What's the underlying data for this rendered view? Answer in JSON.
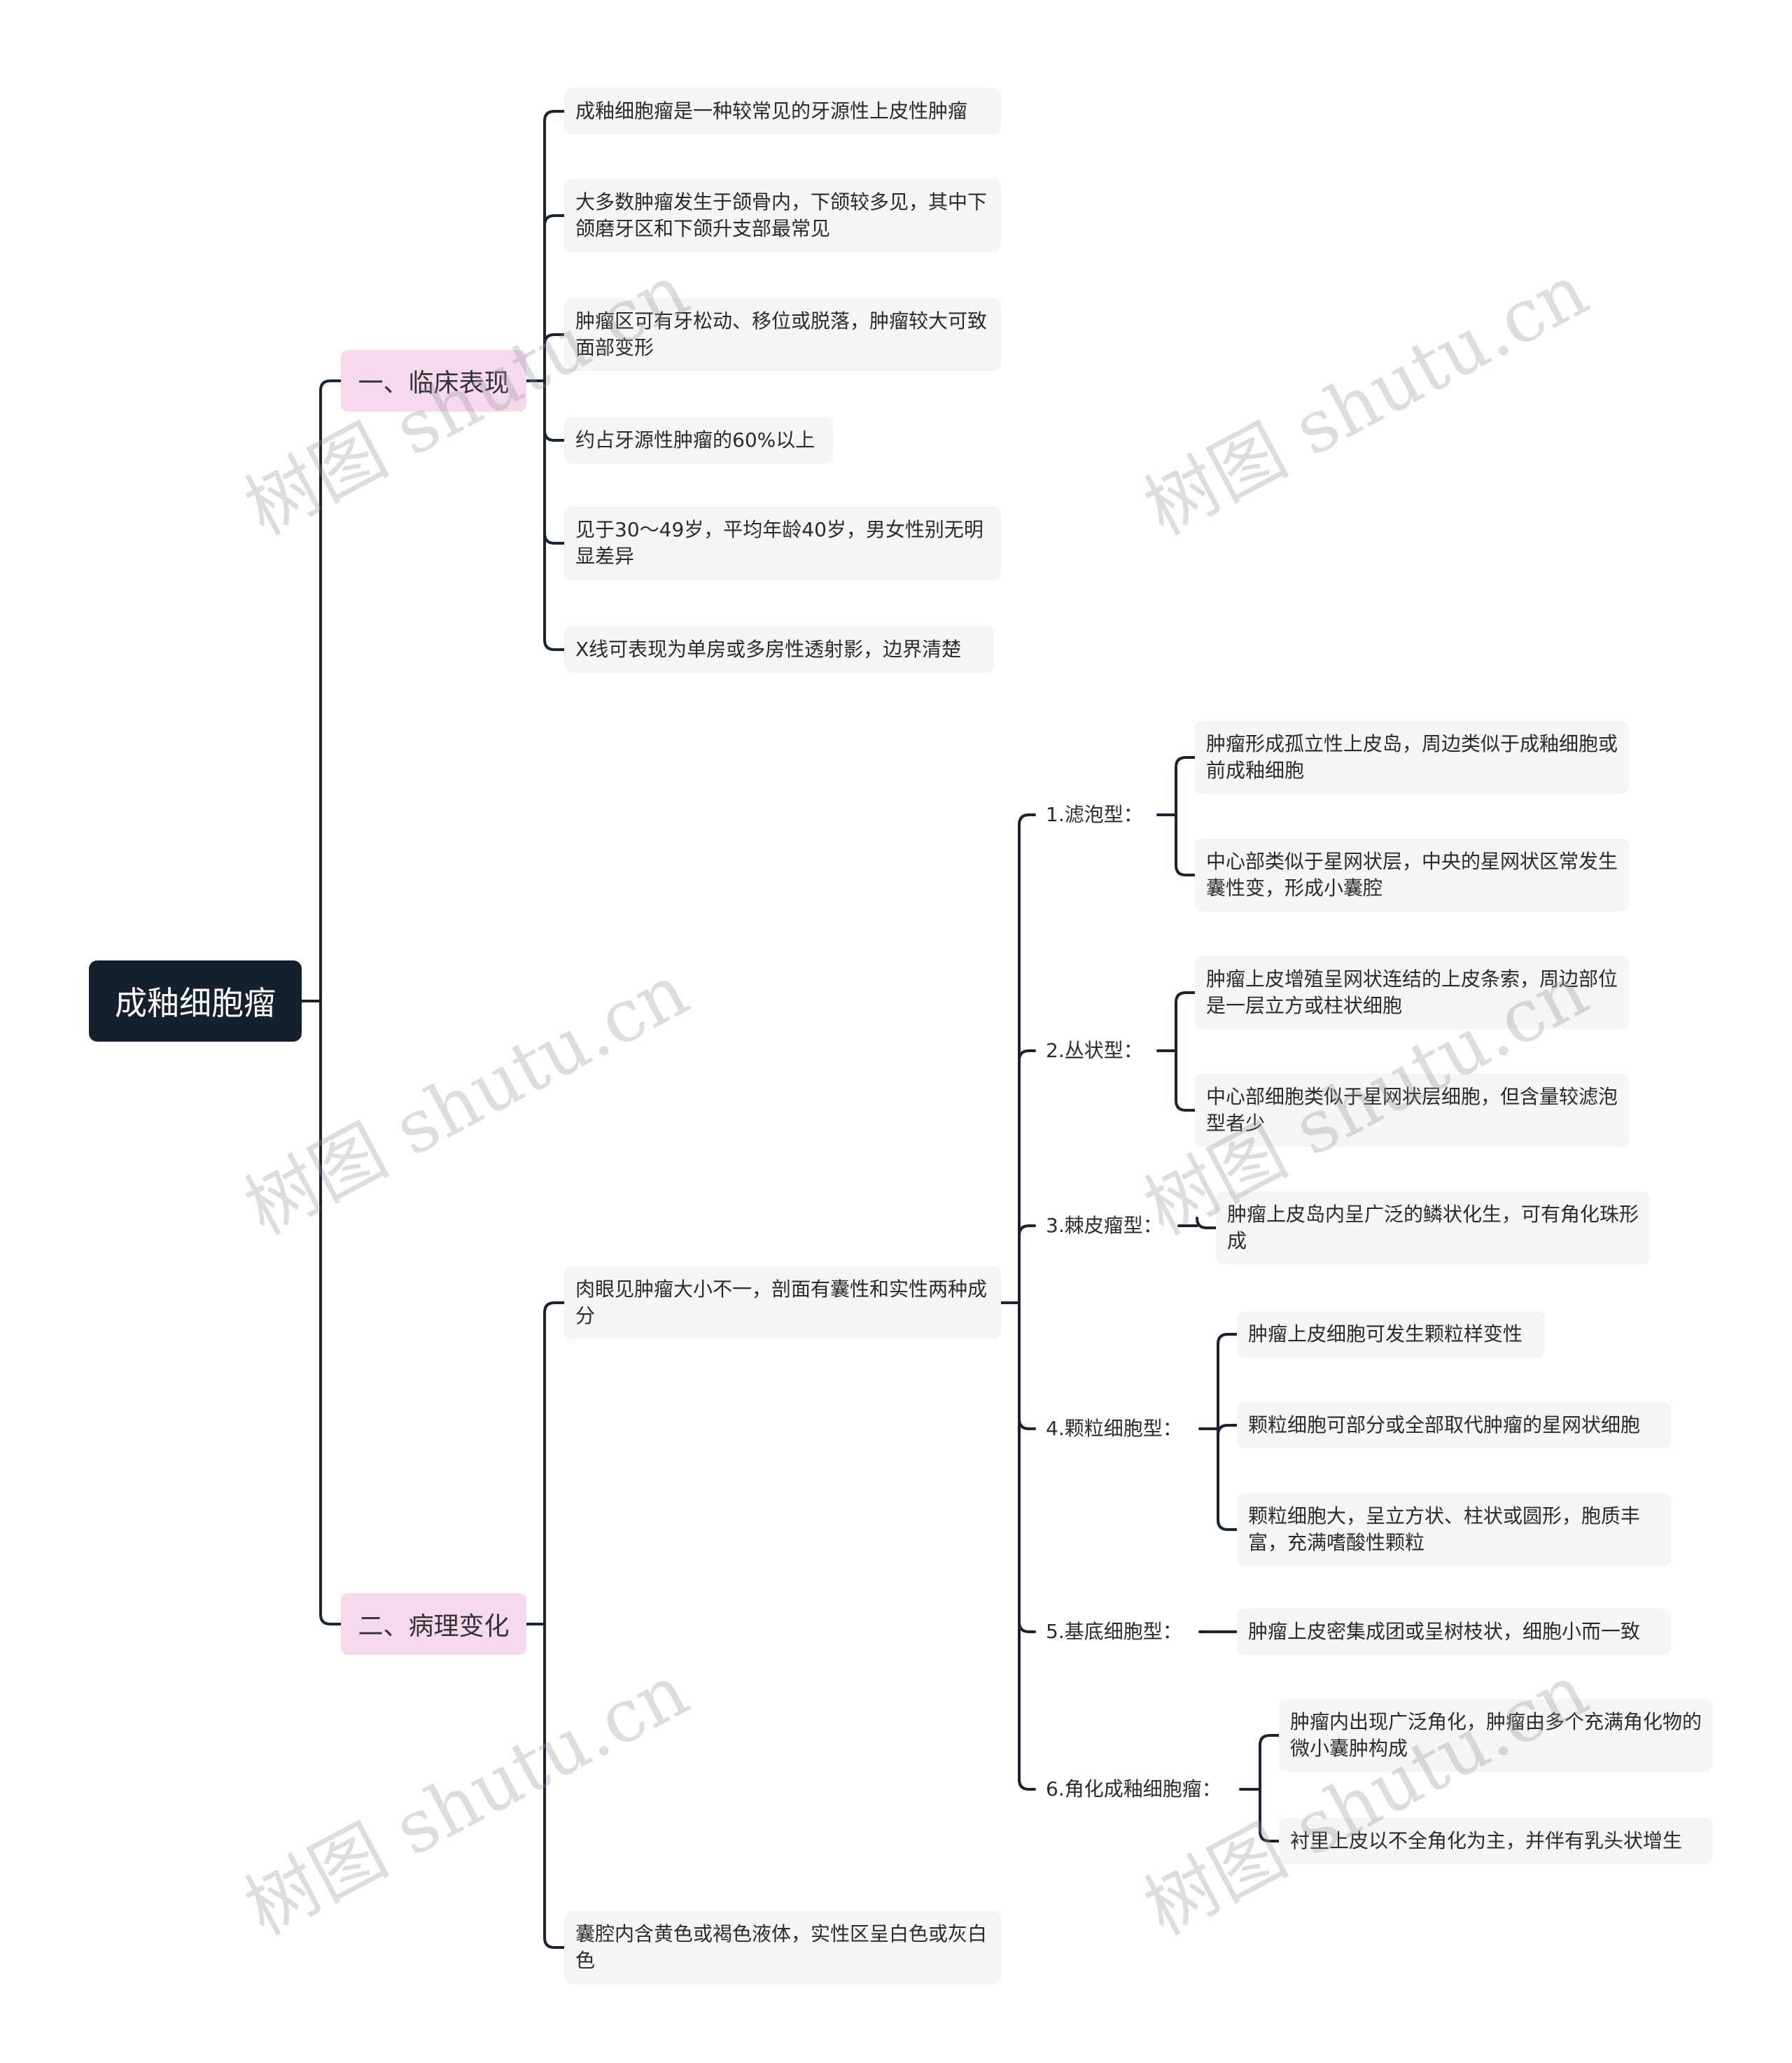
{
  "root": {
    "label": "成釉细胞瘤"
  },
  "clinical": {
    "label": "一、临床表现",
    "items": [
      "成釉细胞瘤是一种较常见的牙源性上皮性肿瘤",
      "大多数肿瘤发生于颌骨内，下颌较多见，其中下颌磨牙区和下颌升支部最常见",
      "肿瘤区可有牙松动、移位或脱落，肿瘤较大可致面部变形",
      "约占牙源性肿瘤的60%以上",
      "见于30～49岁，平均年龄40岁，男女性别无明显差异",
      "X线可表现为单房或多房性透射影，边界清楚"
    ]
  },
  "pathology": {
    "label": "二、病理变化",
    "gross1": "肉眼见肿瘤大小不一，剖面有囊性和实性两种成分",
    "gross2": "囊腔内含黄色或褐色液体，实性区呈白色或灰白色",
    "types": [
      {
        "label": "1.滤泡型：",
        "items": [
          "肿瘤形成孤立性上皮岛，周边类似于成釉细胞或前成釉细胞",
          "中心部类似于星网状层，中央的星网状区常发生囊性变，形成小囊腔"
        ]
      },
      {
        "label": "2.丛状型：",
        "items": [
          "肿瘤上皮增殖呈网状连结的上皮条索，周边部位是一层立方或柱状细胞",
          "中心部细胞类似于星网状层细胞，但含量较滤泡型者少"
        ]
      },
      {
        "label": "3.棘皮瘤型：",
        "items": [
          "肿瘤上皮岛内呈广泛的鳞状化生，可有角化珠形成"
        ]
      },
      {
        "label": "4.颗粒细胞型：",
        "items": [
          "肿瘤上皮细胞可发生颗粒样变性",
          "颗粒细胞可部分或全部取代肿瘤的星网状细胞",
          "颗粒细胞大，呈立方状、柱状或圆形，胞质丰富，充满嗜酸性颗粒"
        ]
      },
      {
        "label": "5.基底细胞型：",
        "items": [
          "肿瘤上皮密集成团或呈树枝状，细胞小而一致"
        ]
      },
      {
        "label": "6.角化成釉细胞瘤：",
        "items": [
          "肿瘤内出现广泛角化，肿瘤由多个充满角化物的微小囊肿构成",
          "衬里上皮以不全角化为主，并伴有乳头状增生"
        ]
      }
    ]
  },
  "watermark": "树图 shutu.cn",
  "colors": {
    "root_bg": "#14202e",
    "l1_bg": "#f7d9ee",
    "leaf_bg": "#f5f5f5",
    "line": "#1b2330"
  }
}
